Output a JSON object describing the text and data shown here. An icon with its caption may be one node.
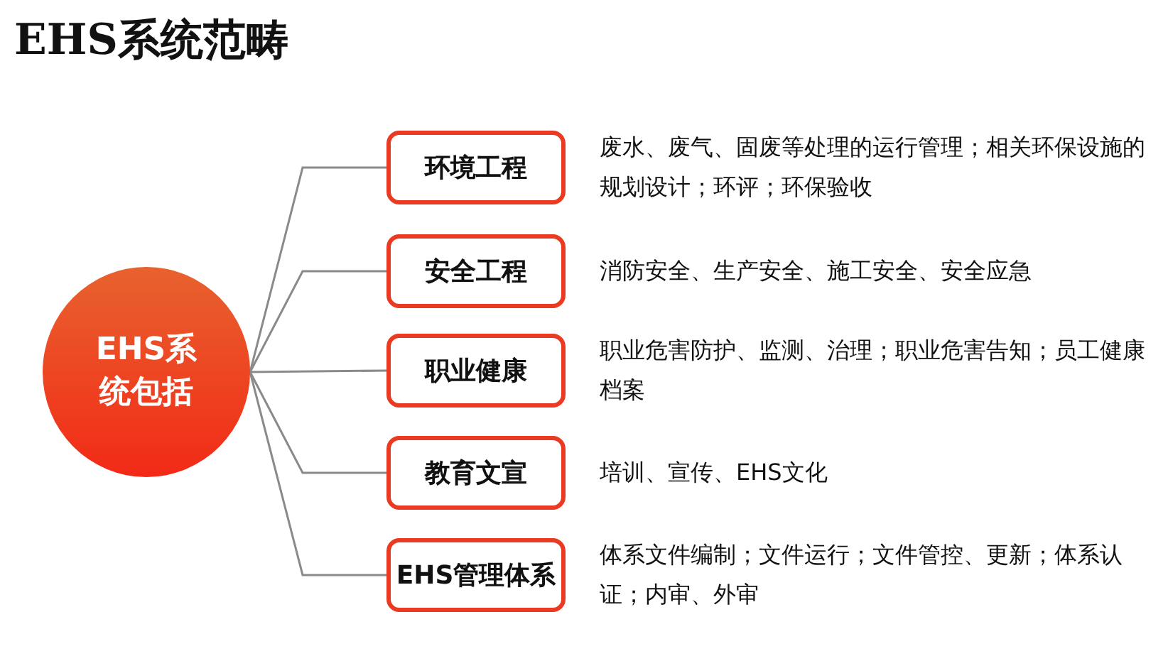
{
  "diagram": {
    "title": "EHS系统范畴",
    "nodes": [
      {
        "text": [
          "EHS系统包括"
        ]
      },
      {
        "text": [
          "环境工程"
        ],
        "beside": [
          "废水、废气、固废等处理的运行管理；相关环保设施的规划设计；环评；环保验收"
        ]
      },
      {
        "text": [
          "安全工程"
        ],
        "beside": [
          "消防安全、生产安全、施工安全、安全应急"
        ]
      },
      {
        "text": [
          "职业健康"
        ],
        "beside": [
          "职业危害防护、监测、治理；职业危害告知；员工健康档案"
        ]
      },
      {
        "text": [
          "教育文宣"
        ],
        "beside": [
          "培训、宣传、EHS文化"
        ]
      },
      {
        "text": [
          "EHS管理体系"
        ],
        "beside": [
          "体系文件编制；文件运行；文件管控、更新；体系认证；内审、外审"
        ]
      }
    ],
    "edges": [
      {
        "from": 0,
        "to": 1,
        "arrow": "none"
      },
      {
        "from": 0,
        "to": 2,
        "arrow": "none"
      },
      {
        "from": 0,
        "to": 3,
        "arrow": "none"
      },
      {
        "from": 0,
        "to": 4,
        "arrow": "none"
      },
      {
        "from": 0,
        "to": 5,
        "arrow": "none"
      }
    ]
  }
}
